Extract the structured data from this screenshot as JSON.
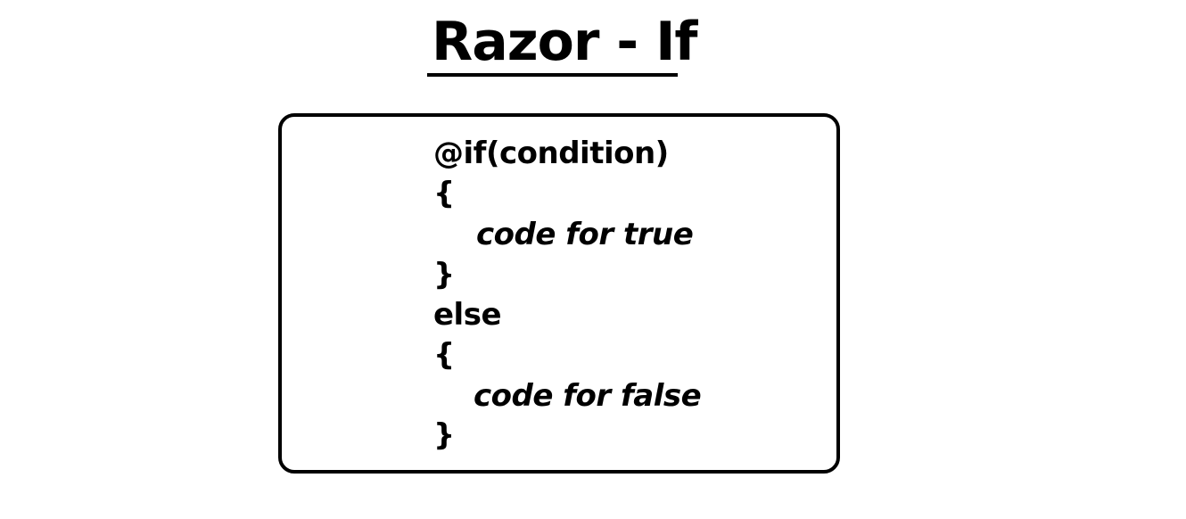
{
  "title": "Razor - If",
  "code": {
    "if_line": "@if(condition)",
    "open_brace_1": "{",
    "true_body": "code for true",
    "close_brace_1": "}",
    "else_line": "else",
    "open_brace_2": "{",
    "false_body": "code for false",
    "close_brace_2": "}"
  }
}
